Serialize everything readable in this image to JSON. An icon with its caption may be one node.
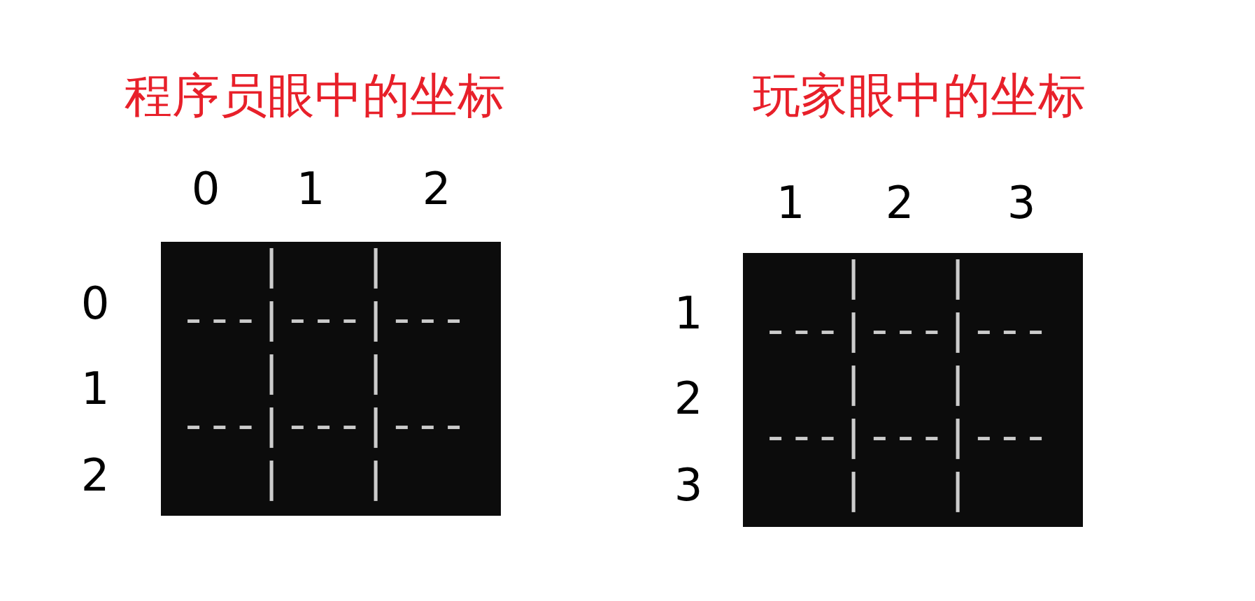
{
  "diagram": {
    "labels": [
      "程序员眼中的坐标",
      "0",
      "1",
      "2",
      "0",
      "1",
      "2",
      "   |   |",
      "---|---|---",
      "   |   |",
      "---|---|---",
      "   |   |",
      "玩家眼中的坐标",
      "1",
      "2",
      "3",
      "1",
      "2",
      "3",
      "   |   |",
      "---|---|---",
      "   |   |",
      "---|---|---",
      "   |   |"
    ]
  }
}
